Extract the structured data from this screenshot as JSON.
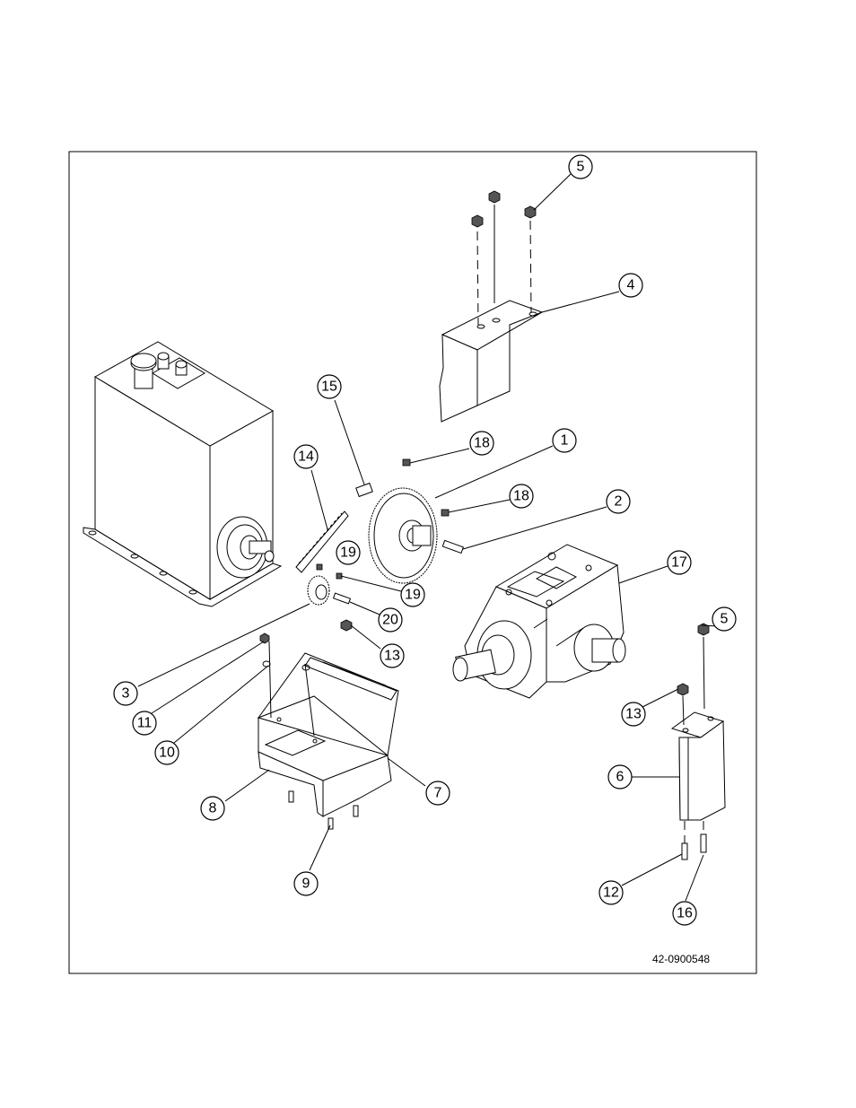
{
  "drawing_number": "42-0900548",
  "callouts": [
    {
      "id": "5",
      "label": "5"
    },
    {
      "id": "4",
      "label": "4"
    },
    {
      "id": "15",
      "label": "15"
    },
    {
      "id": "14",
      "label": "14"
    },
    {
      "id": "18a",
      "label": "18"
    },
    {
      "id": "1",
      "label": "1"
    },
    {
      "id": "18b",
      "label": "18"
    },
    {
      "id": "2",
      "label": "2"
    },
    {
      "id": "17",
      "label": "17"
    },
    {
      "id": "19a",
      "label": "19"
    },
    {
      "id": "19b",
      "label": "19"
    },
    {
      "id": "20",
      "label": "20"
    },
    {
      "id": "13a",
      "label": "13"
    },
    {
      "id": "5b",
      "label": "5"
    },
    {
      "id": "13b",
      "label": "13"
    },
    {
      "id": "3",
      "label": "3"
    },
    {
      "id": "11",
      "label": "11"
    },
    {
      "id": "10",
      "label": "10"
    },
    {
      "id": "6",
      "label": "6"
    },
    {
      "id": "7",
      "label": "7"
    },
    {
      "id": "8",
      "label": "8"
    },
    {
      "id": "9",
      "label": "9"
    },
    {
      "id": "12",
      "label": "12"
    },
    {
      "id": "16",
      "label": "16"
    }
  ]
}
